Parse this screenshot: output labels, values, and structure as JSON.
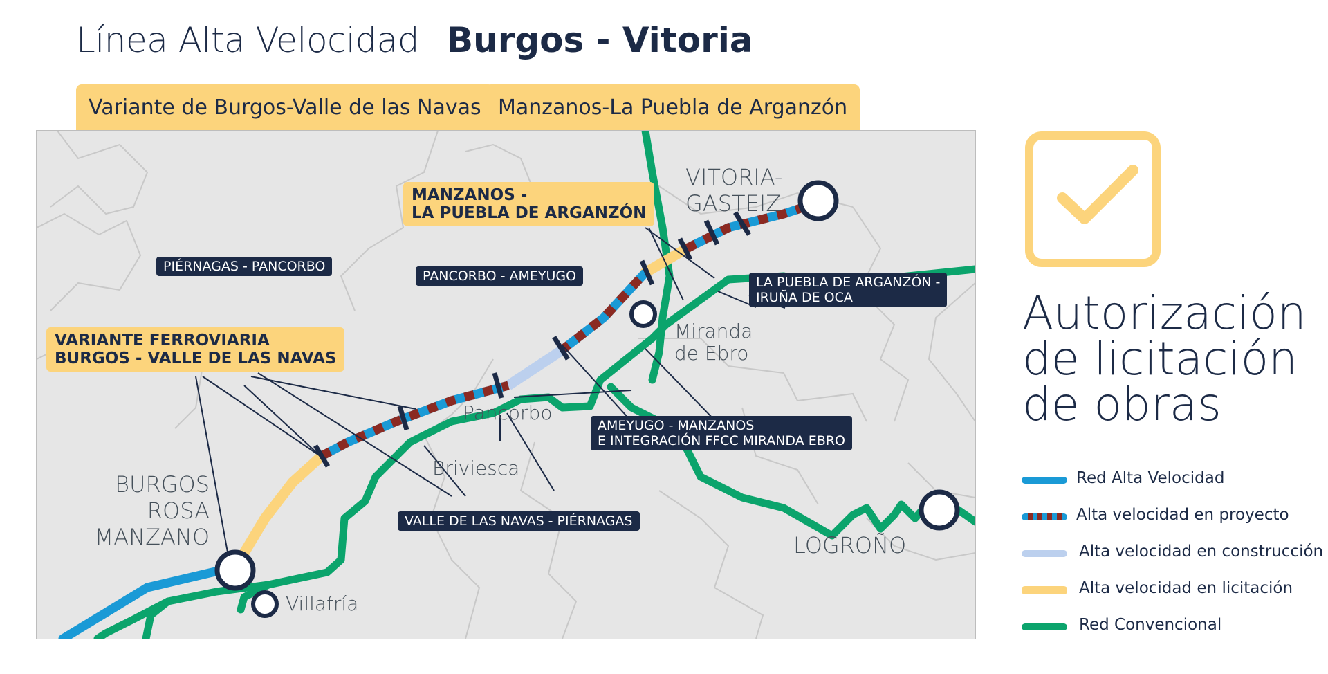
{
  "header": {
    "title_light": "Línea Alta Velocidad",
    "title_bold": "Burgos - Vitoria"
  },
  "tabs": [
    {
      "label": "Variante de Burgos-Valle de las Navas"
    },
    {
      "label": "Manzanos-La Puebla de Arganzón"
    }
  ],
  "map": {
    "section_labels": [
      "PIÉRNAGAS - PANCORBO",
      "PANCORBO - AMEYUGO",
      "LA PUEBLA DE ARGANZÓN -\nIRUÑA DE OCA",
      "AMEYUGO - MANZANOS\nE INTEGRACIÓN FFCC MIRANDA EBRO",
      "VALLE DE LAS NAVAS - PIÉRNAGAS"
    ],
    "highlight_labels": [
      "MANZANOS -\nLA PUEBLA DE ARGANZÓN",
      "VARIANTE FERROVIARIA\nBURGOS - VALLE DE LAS NAVAS"
    ],
    "cities": [
      "VITORIA-\nGASTEIZ",
      "BURGOS\nROSA\nMANZANO",
      "LOGROÑO"
    ],
    "towns": [
      "Miranda\nde Ebro",
      "Pancorbo",
      "Briviesca",
      "Villafría"
    ]
  },
  "status": {
    "icon": "check-icon",
    "lines": [
      "Autorización",
      "de licitación",
      "de obras"
    ]
  },
  "legend": [
    {
      "label": "Red Alta Velocidad",
      "color": "#1a9ad6"
    },
    {
      "label": "Alta velocidad en proyecto",
      "color": "#8b2a22"
    },
    {
      "label": "Alta velocidad en construcción",
      "color": "#bcd0ee"
    },
    {
      "label": "Alta velocidad en licitación",
      "color": "#fcd47c"
    },
    {
      "label": "Red Convencional",
      "color": "#0ba46c"
    }
  ],
  "colors": {
    "navy": "#1c2a46",
    "accent_yellow": "#fcd47c",
    "high_speed": "#1a9ad6",
    "project": "#8b2a22",
    "construction": "#bcd0ee",
    "conventional": "#0ba46c"
  }
}
